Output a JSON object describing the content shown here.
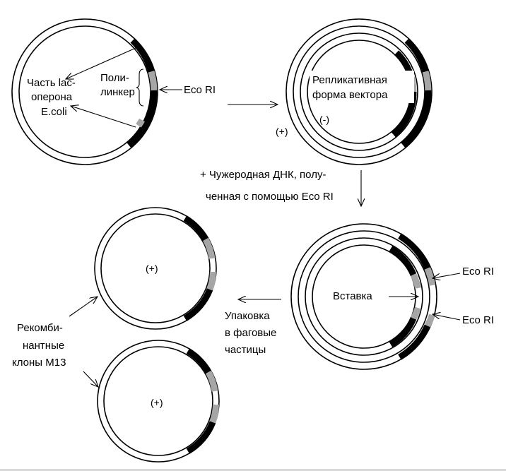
{
  "labels": {
    "lac_1": "Часть lac-",
    "lac_2": "оперона",
    "lac_3": "E.coli",
    "polylinker_1": "Поли-",
    "polylinker_2": "линкер",
    "ecori_top": "Eco RI",
    "replicative_1": "Репликативная",
    "replicative_2": "форма вектора",
    "minus_strand": "(-)",
    "plus_strand": "(+)",
    "foreign_1": "+ Чужеродная ДНК, полу-",
    "foreign_2": "ченная с помощью Eco RI",
    "insert": "Вставка",
    "ecori_r1": "Eco RI",
    "ecori_r2": "Eco RI",
    "packaging_1": "Упаковка",
    "packaging_2": "в фаговые",
    "packaging_3": "частицы",
    "recomb_1": "Рекомби-",
    "recomb_2": "нантные",
    "recomb_3": "клоны M13",
    "clone1_strand": "(+)",
    "clone2_strand": "(+)"
  },
  "colors": {
    "line": "#000000",
    "gray_segment": "#a6a6a6",
    "background": "#ffffff"
  }
}
